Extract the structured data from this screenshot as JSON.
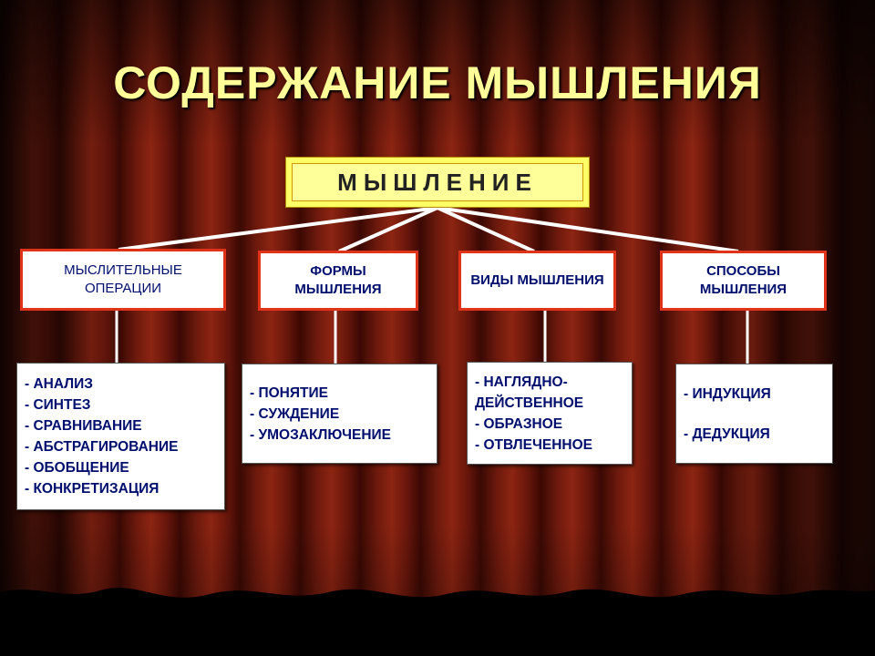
{
  "title": "СОДЕРЖАНИЕ  МЫШЛЕНИЯ",
  "root": "МЫШЛЕНИЕ",
  "categories": [
    {
      "label": "МЫСЛИТЕЛЬНЫЕ ОПЕРАЦИИ",
      "items": [
        "- АНАЛИЗ",
        "- СИНТЕЗ",
        "- СРАВНИВАНИЕ",
        "- АБСТРАГИРОВАНИЕ",
        "- ОБОБЩЕНИЕ",
        "- КОНКРЕТИЗАЦИЯ"
      ]
    },
    {
      "label": "ФОРМЫ МЫШЛЕНИЯ",
      "items": [
        "- ПОНЯТИЕ",
        "- СУЖДЕНИЕ",
        "- УМОЗАКЛЮЧЕНИЕ"
      ]
    },
    {
      "label": "ВИДЫ МЫШЛЕНИЯ",
      "items": [
        "- НАГЛЯДНО-",
        "ДЕЙСТВЕННОЕ",
        "- ОБРАЗНОЕ",
        "- ОТВЛЕЧЕННОЕ"
      ]
    },
    {
      "label": "СПОСОБЫ МЫШЛЕНИЯ",
      "items": [
        "- ИНДУКЦИЯ",
        "- ДЕДУКЦИЯ"
      ]
    }
  ],
  "colors": {
    "title": "#ffff99",
    "root_fill": "#ffff99",
    "category_border": "#e0341a",
    "text": "#000e6e",
    "curtain": "#8c2412"
  }
}
